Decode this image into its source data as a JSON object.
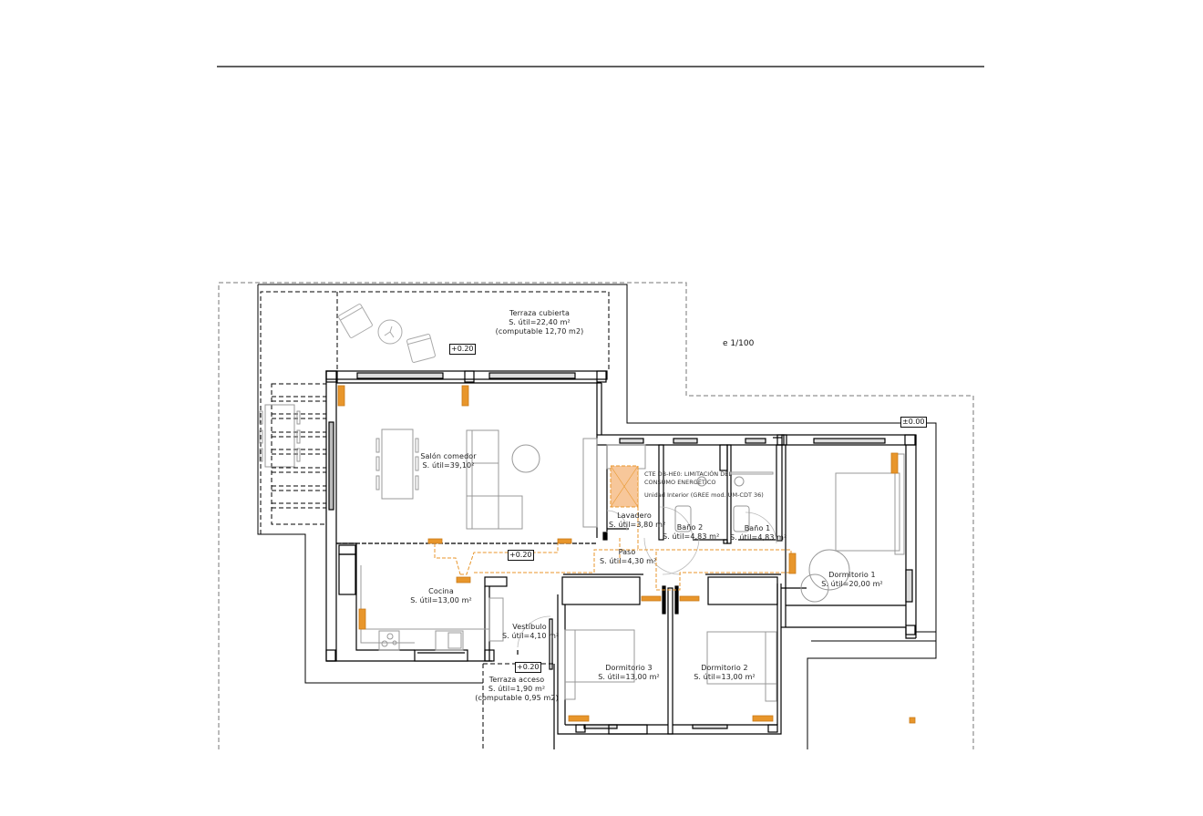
{
  "drawing": {
    "type": "architectural-floor-plan",
    "scale_label": "e 1/100",
    "accent_color": "#e8962b",
    "wall_color": "#000000",
    "furniture_color": "#9a9a9a"
  },
  "levels": [
    {
      "id": "terraza-cubierta",
      "value": "+0.20"
    },
    {
      "id": "exterior",
      "value": "±0.00"
    },
    {
      "id": "interior",
      "value": "+0.20"
    },
    {
      "id": "terraza-acceso",
      "value": "+0.20"
    }
  ],
  "rooms": [
    {
      "id": "terraza-cubierta",
      "name": "Terraza cubierta",
      "area": "S. útil=22,40 m²",
      "extra": "(computable 12,70 m2)"
    },
    {
      "id": "salon-comedor",
      "name": "Salón comedor",
      "area": "S. útil=39,10²"
    },
    {
      "id": "lavadero",
      "name": "Lavadero",
      "area": "S. útil=3,80 m²"
    },
    {
      "id": "bano-2",
      "name": "Baño 2",
      "area": "S. útil=4,83 m²"
    },
    {
      "id": "bano-1",
      "name": "Baño 1",
      "area": "S. útil=4,83 m²"
    },
    {
      "id": "paso",
      "name": "Paso",
      "area": "S. útil=4,30 m²"
    },
    {
      "id": "dormitorio-1",
      "name": "Dormitorio 1",
      "area": "S. útil=20,00 m²"
    },
    {
      "id": "cocina",
      "name": "Cocina",
      "area": "S. útil=13,00 m²"
    },
    {
      "id": "vestibulo",
      "name": "Vestíbulo",
      "area": "S. útil=4,10 m²"
    },
    {
      "id": "terraza-acceso",
      "name": "Terraza acceso",
      "area": "S. útil=1,90 m²",
      "extra": "(computable 0,95 m2)"
    },
    {
      "id": "dormitorio-3",
      "name": "Dormitorio 3",
      "area": "S. útil=13,00 m²"
    },
    {
      "id": "dormitorio-2",
      "name": "Dormitorio 2",
      "area": "S. útil=13,00 m²"
    }
  ],
  "annotations": {
    "cte_title_line1": "CTE DB-HE0: LIMITACIÓN DEL",
    "cte_title_line2": "CONSUMO ENERGÉTICO",
    "cte_unit": "Unidad Interior (GREE mod. UM-CDT 36)"
  }
}
